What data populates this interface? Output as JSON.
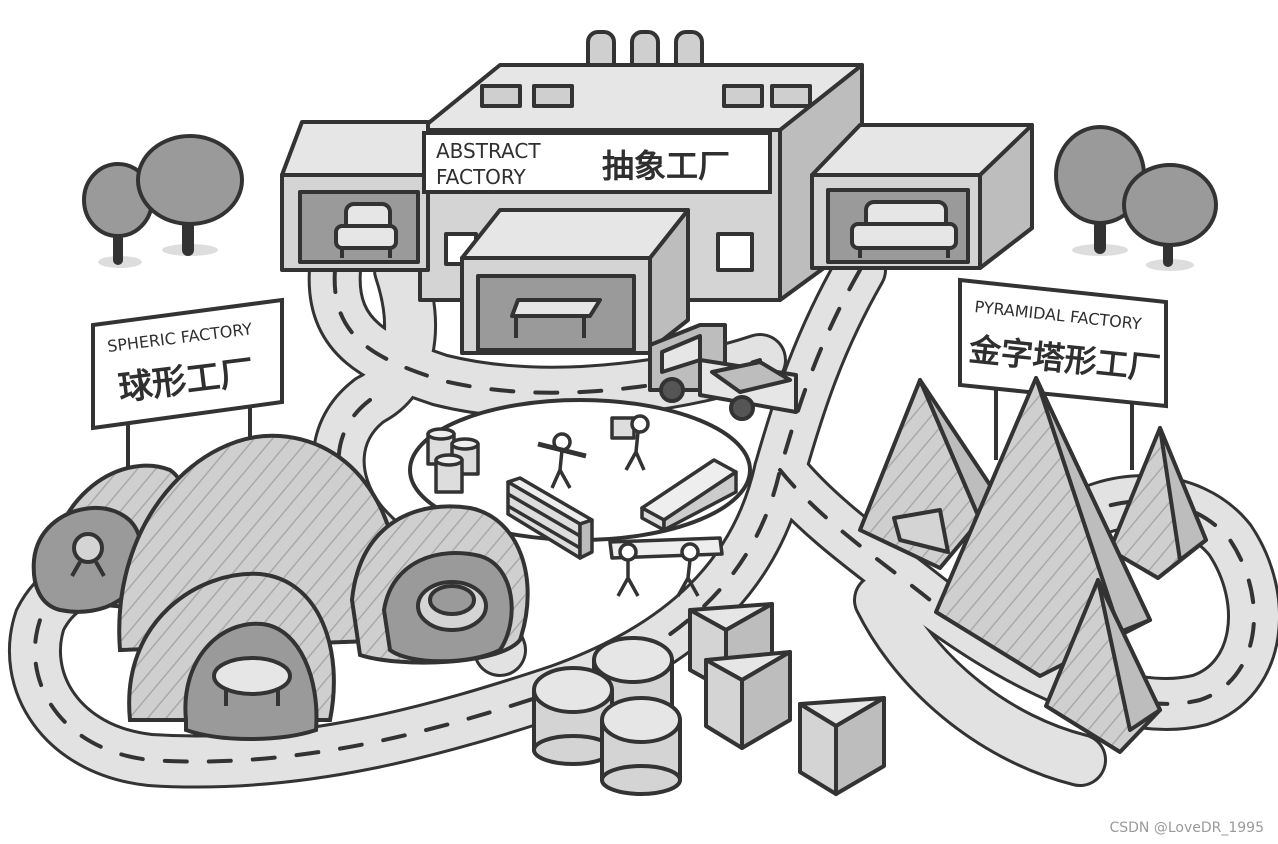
{
  "signs": {
    "abstract": {
      "en_line1": "ABSTRACT",
      "en_line2": "FACTORY",
      "cn": "抽象工厂"
    },
    "spheric": {
      "en": "SPHERIC FACTORY",
      "cn": "球形工厂"
    },
    "pyramidal": {
      "en": "PYRAMIDAL FACTORY",
      "cn": "金字塔形工厂"
    }
  },
  "watermark": "CSDN @LoveDR_1995",
  "colors": {
    "stroke": "#333333",
    "light": "#e6e6e6",
    "mid": "#c9c9c9",
    "dark": "#9a9a9a",
    "road": "#dcdcdc"
  }
}
